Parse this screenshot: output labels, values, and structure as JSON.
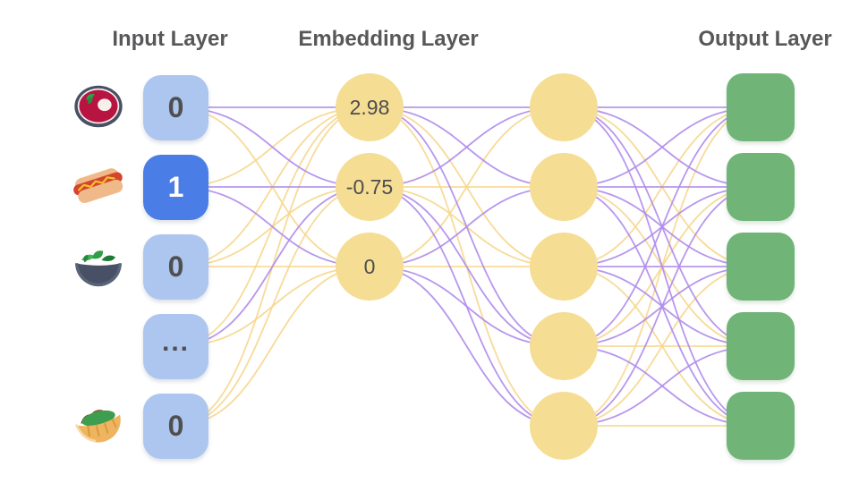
{
  "headers": {
    "input": "Input Layer",
    "embedding": "Embedding Layer",
    "output": "Output Layer"
  },
  "input_layer": {
    "nodes": [
      {
        "icon": "soup-icon",
        "value": "0",
        "active": false
      },
      {
        "icon": "hot-dog-icon",
        "value": "1",
        "active": true
      },
      {
        "icon": "salad-icon",
        "value": "0",
        "active": false
      },
      {
        "icon": "",
        "value": "...",
        "active": false
      },
      {
        "icon": "pita-icon",
        "value": "0",
        "active": false
      }
    ]
  },
  "embedding_layer": {
    "nodes": [
      {
        "value": "2.98"
      },
      {
        "value": "-0.75"
      },
      {
        "value": "0"
      }
    ]
  },
  "hidden_layer": {
    "node_count": 5
  },
  "output_layer": {
    "node_count": 5
  },
  "colors": {
    "input_box": "#ACC6F0",
    "input_box_active": "#4A7DE6",
    "node_yellow": "#F5DD94",
    "output_green": "#70B478",
    "edge_purple": "#B08CEB",
    "edge_yellow": "#F6D78E",
    "header_text": "#58585A",
    "value_text": "#4F4F4F"
  },
  "edges": {
    "input_to_embedding": [
      "PPY",
      "YPP",
      "YYY",
      "YPY",
      "YYY"
    ],
    "embedding_to_hidden": [
      "PPYPY",
      "PYYPP",
      "YPYPP"
    ],
    "hidden_to_output": [
      "PPYPP",
      "PPPYP",
      "YPPPY",
      "PYPYP",
      "YPYPY"
    ]
  }
}
